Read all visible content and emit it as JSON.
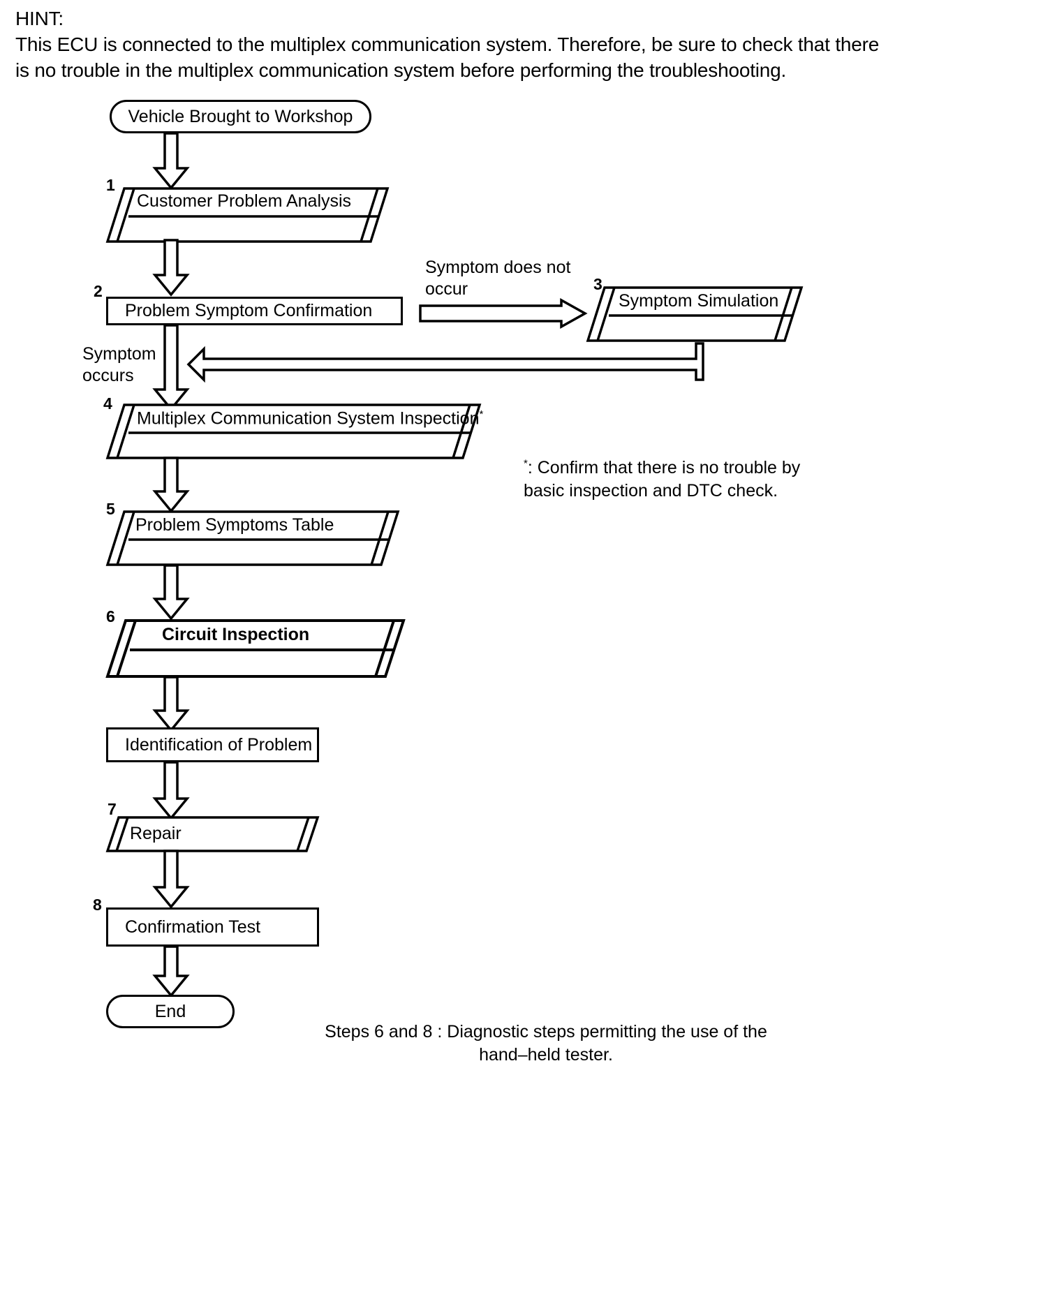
{
  "hint": {
    "label": "HINT:",
    "body": "This ECU is connected to the multiplex communication system. Therefore, be sure to check that there is no trouble in the multiplex communication system before performing the troubleshooting."
  },
  "flow": {
    "start": {
      "label": "Vehicle Brought to Workshop"
    },
    "end": {
      "label": "End"
    },
    "steps": [
      {
        "number": "1",
        "label": "Customer Problem Analysis",
        "shape": "document"
      },
      {
        "number": "2",
        "label": "Problem Symptom Confirmation",
        "shape": "rect"
      },
      {
        "number": "3",
        "label": "Symptom Simulation",
        "shape": "document"
      },
      {
        "number": "4",
        "label": "Multiplex Communication System Inspection",
        "shape": "document",
        "superscript": "*"
      },
      {
        "number": "5",
        "label": "Problem Symptoms Table",
        "shape": "document"
      },
      {
        "number": "6",
        "label": "Circuit Inspection",
        "shape": "document",
        "bold": true
      },
      {
        "number": "7",
        "label": "Repair",
        "shape": "document"
      },
      {
        "number": "8",
        "label": "Confirmation Test",
        "shape": "rect"
      }
    ],
    "identification": {
      "label": "Identification of Problem",
      "shape": "rect"
    },
    "edges": {
      "symptom_not_occur": "Symptom does not\noccur",
      "symptom_occurs": "Symptom\noccurs"
    }
  },
  "notes": {
    "asterisk_marker": "*",
    "asterisk_text": ": Confirm that there is no trouble by",
    "asterisk_text_line2": "basic inspection and DTC check.",
    "caption_line1": "Steps 6 and 8 : Diagnostic steps permitting the use of the",
    "caption_line2": "hand–held tester."
  },
  "colors": {
    "stroke": "#000000",
    "fill": "#ffffff"
  }
}
